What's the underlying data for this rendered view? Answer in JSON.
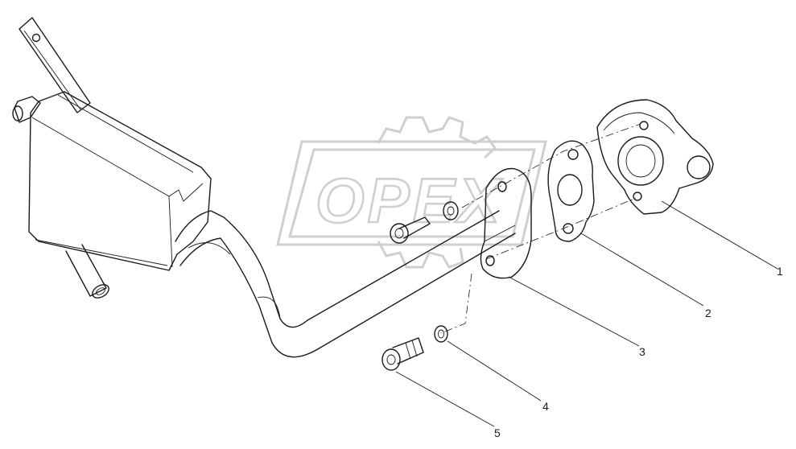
{
  "watermark": {
    "text": "OPEX"
  },
  "callouts": [
    {
      "label": "1",
      "part": "flange-housing"
    },
    {
      "label": "2",
      "part": "gasket"
    },
    {
      "label": "3",
      "part": "pipe-with-flange"
    },
    {
      "label": "4",
      "part": "washer"
    },
    {
      "label": "5",
      "part": "bolt"
    }
  ],
  "colors": {
    "line": "#1a1a1a",
    "watermark": "#cfcfcf",
    "background": "#ffffff"
  }
}
